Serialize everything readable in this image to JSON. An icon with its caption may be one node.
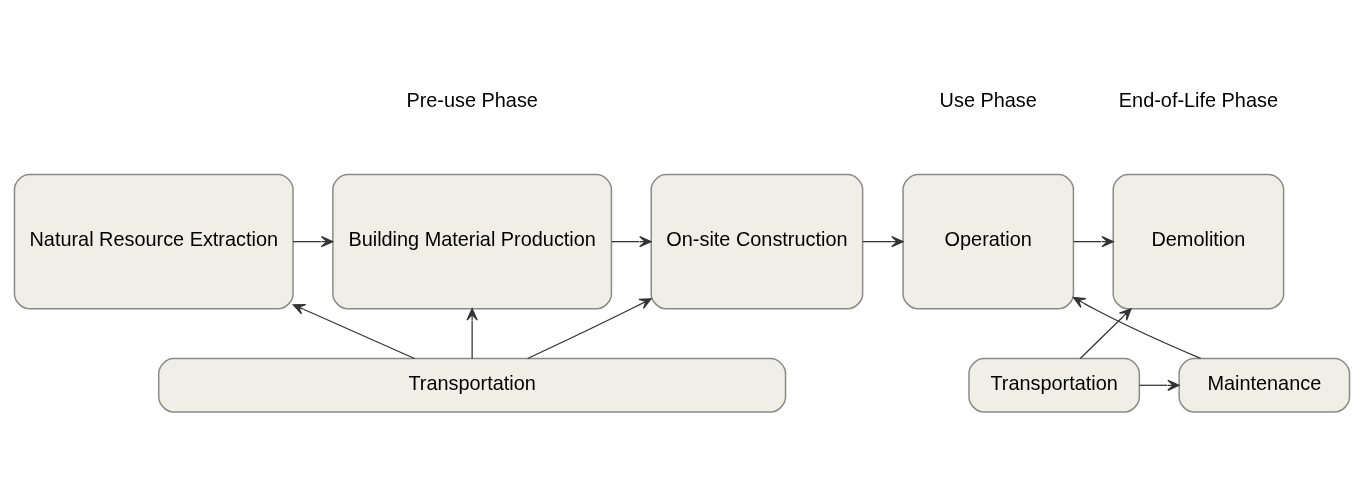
{
  "diagram": {
    "nodes": [
      {
        "text": [
          "Natural Resource Extraction"
        ]
      },
      {
        "text": [
          "Building Material Production"
        ]
      },
      {
        "text": [
          "On-site Construction"
        ]
      },
      {
        "text": [
          "Operation"
        ]
      },
      {
        "text": [
          "Demolition"
        ]
      },
      {
        "text": [
          "Transportation"
        ]
      },
      {
        "text": [
          "Maintenance"
        ]
      },
      {
        "text": [
          "Transportation"
        ]
      }
    ],
    "edges": [
      {
        "from": 0,
        "to": 1,
        "arrow": "to"
      },
      {
        "from": 1,
        "to": 2,
        "arrow": "to"
      },
      {
        "from": 2,
        "to": 3,
        "arrow": "to"
      },
      {
        "from": 3,
        "to": 4,
        "arrow": "to"
      },
      {
        "from": 5,
        "to": 0,
        "arrow": "to"
      },
      {
        "from": 5,
        "to": 1,
        "arrow": "to"
      },
      {
        "from": 5,
        "to": 2,
        "arrow": "to"
      },
      {
        "from": 6,
        "to": 3,
        "arrow": "to"
      },
      {
        "from": 7,
        "to": 4,
        "arrow": "to"
      },
      {
        "from": 7,
        "to": 6,
        "arrow": "to"
      }
    ],
    "labels": [
      "Pre-use Phase",
      "Use Phase",
      "End-of-Life Phase"
    ]
  }
}
